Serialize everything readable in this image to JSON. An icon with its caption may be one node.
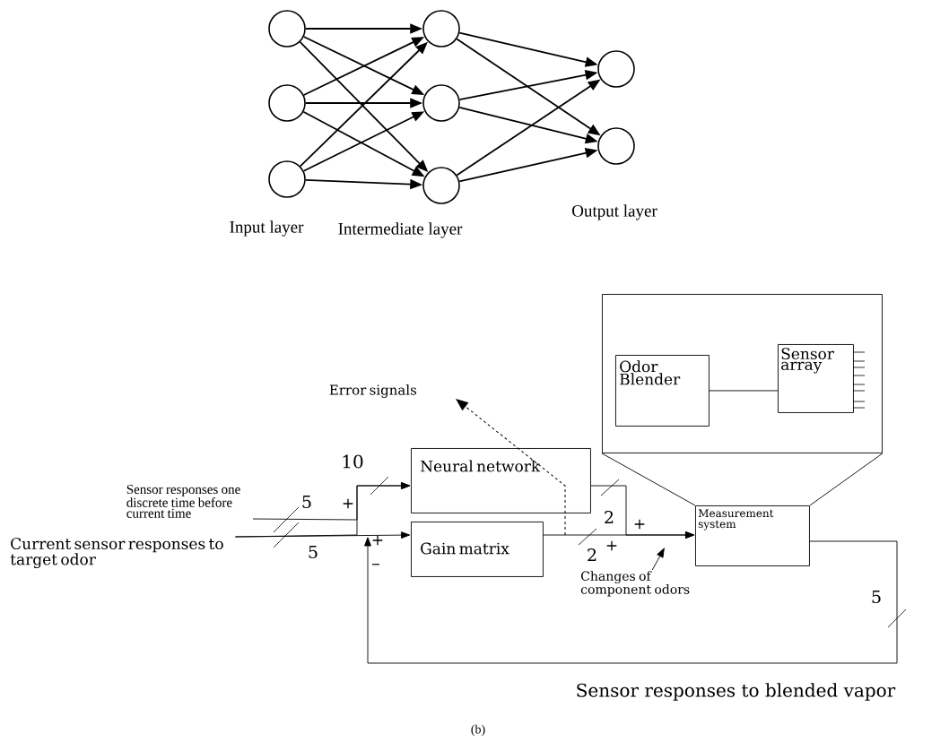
{
  "diagram": {
    "caption": "(b)",
    "nodes": [
      {
        "text": [],
        "shape": "circle"
      },
      {
        "text": [],
        "shape": "circle"
      },
      {
        "text": [],
        "shape": "circle"
      },
      {
        "text": [],
        "shape": "circle"
      },
      {
        "text": [],
        "shape": "circle"
      },
      {
        "text": [],
        "shape": "circle"
      },
      {
        "text": [],
        "shape": "circle"
      },
      {
        "text": [],
        "shape": "circle"
      },
      {
        "text": [
          "Sensor responses one discrete time before current time"
        ]
      },
      {
        "text": [
          "Current sensor responses to target odor"
        ]
      },
      {
        "text": [
          "Neural network"
        ]
      },
      {
        "text": [
          "Gain matrix"
        ]
      },
      {
        "text": [],
        "shape": "box"
      },
      {
        "text": [
          "Odor Blender"
        ],
        "in": 12
      },
      {
        "text": [
          "Sensor array"
        ],
        "in": 12
      },
      {
        "text": [
          "Measurement system"
        ]
      },
      {
        "text": [
          "Error signals"
        ]
      },
      {
        "text": [
          "Changes of component odors"
        ]
      }
    ],
    "edges": [
      {
        "from": 0,
        "to": 3,
        "arrow": "to"
      },
      {
        "from": 0,
        "to": 4,
        "arrow": "to"
      },
      {
        "from": 0,
        "to": 5,
        "arrow": "to"
      },
      {
        "from": 1,
        "to": 3,
        "arrow": "to"
      },
      {
        "from": 1,
        "to": 4,
        "arrow": "to"
      },
      {
        "from": 1,
        "to": 5,
        "arrow": "to"
      },
      {
        "from": 2,
        "to": 3,
        "arrow": "to"
      },
      {
        "from": 2,
        "to": 4,
        "arrow": "to"
      },
      {
        "from": 2,
        "to": 5,
        "arrow": "to"
      },
      {
        "from": 3,
        "to": 6,
        "arrow": "to"
      },
      {
        "from": 3,
        "to": 7,
        "arrow": "to"
      },
      {
        "from": 4,
        "to": 6,
        "arrow": "to"
      },
      {
        "from": 4,
        "to": 7,
        "arrow": "to"
      },
      {
        "from": 5,
        "to": 6,
        "arrow": "to"
      },
      {
        "from": 5,
        "to": 7,
        "arrow": "to"
      },
      {
        "from": 8,
        "to": 10,
        "arrow": "to"
      },
      {
        "from": 9,
        "to": 10,
        "arrow": "to"
      },
      {
        "from": 9,
        "to": 11,
        "arrow": "to"
      },
      {
        "from": 10,
        "to": 15,
        "arrow": "to"
      },
      {
        "from": 11,
        "to": 15,
        "arrow": "to"
      },
      {
        "from": 15,
        "to": 11,
        "arrow": "to"
      },
      {
        "from": 13,
        "to": 14,
        "arrow": "none"
      },
      {
        "from": 12,
        "to": 15,
        "arrow": "none"
      },
      {
        "from": 12,
        "to": 15,
        "arrow": "none"
      },
      {
        "from": null,
        "to": 16,
        "arrow": "to",
        "style": "dashed"
      },
      {
        "from": 17,
        "to": null,
        "arrow": "to"
      }
    ],
    "labels": [
      "Input layer",
      "Intermediate layer",
      "Output layer",
      "10",
      "5",
      "+",
      "5",
      "+",
      "–",
      "2",
      "+",
      "2",
      "+",
      "5",
      "Sensor responses to blended vapor"
    ]
  }
}
